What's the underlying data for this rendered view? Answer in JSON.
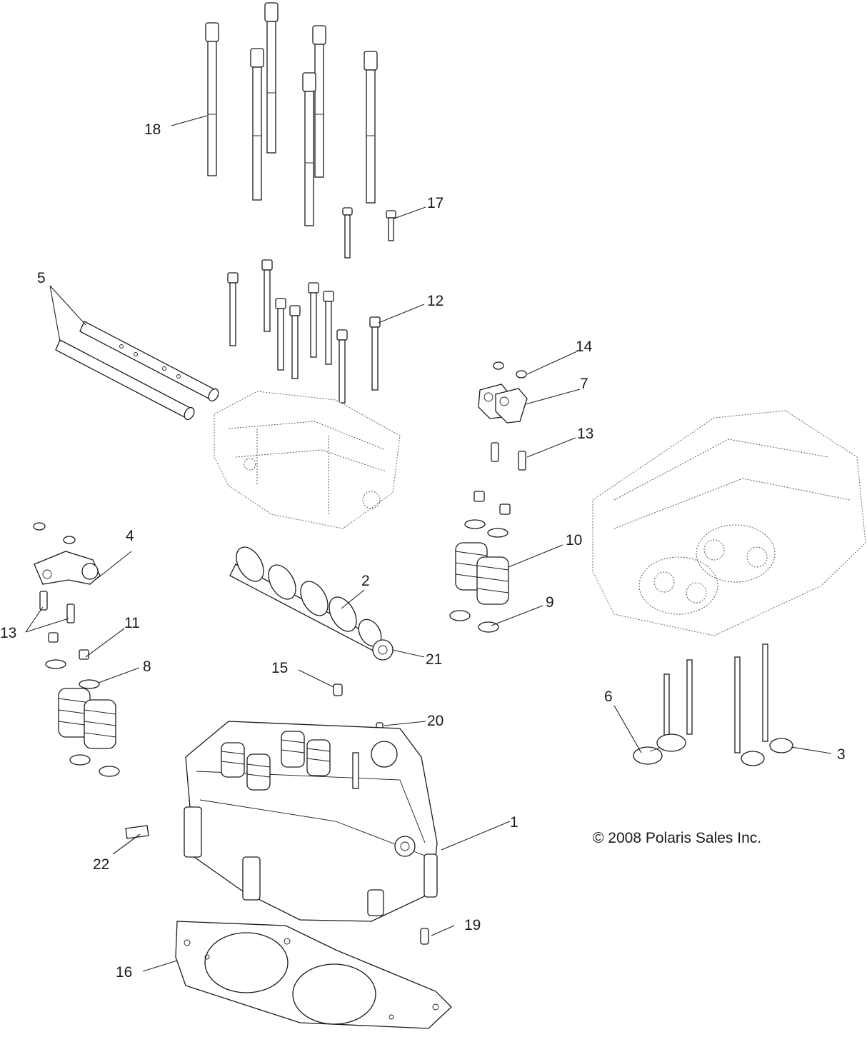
{
  "diagram": {
    "copyright": "© 2008 Polaris Sales Inc.",
    "callouts": [
      "1",
      "2",
      "3",
      "4",
      "5",
      "6",
      "7",
      "8",
      "9",
      "10",
      "11",
      "12",
      "13",
      "13",
      "14",
      "15",
      "16",
      "17",
      "18",
      "19",
      "20",
      "21",
      "22"
    ]
  }
}
